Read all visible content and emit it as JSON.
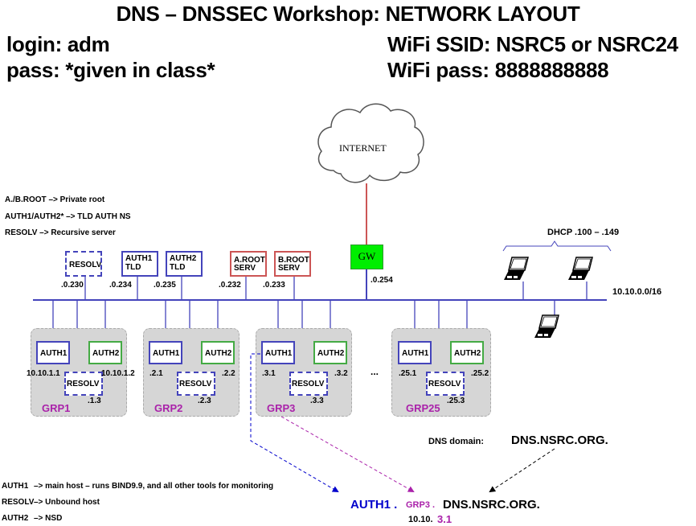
{
  "header": {
    "title": "DNS – DNSSEC Workshop: NETWORK LAYOUT",
    "login": "login: adm",
    "pass": "pass:  *given in class*",
    "wifi_ssid": "WiFi SSID: NSRC5 or NSRC24",
    "wifi_pass": "WiFi pass:  8888888888"
  },
  "top_legend": [
    "A./B.ROOT  –> Private root",
    "AUTH1/AUTH2* –> TLD AUTH  NS",
    "RESOLV –> Recursive server"
  ],
  "internet": {
    "label": "INTERNET"
  },
  "gateway": {
    "label": "GW",
    "ip": ".0.254",
    "color": "#00ee00"
  },
  "infrastructure": [
    {
      "line1": "RESOLV",
      "line2": "",
      "ip": ".0.230",
      "style": "dashed"
    },
    {
      "line1": "AUTH1",
      "line2": "TLD",
      "ip": ".0.234",
      "style": "blue"
    },
    {
      "line1": "AUTH2",
      "line2": "TLD",
      "ip": ".0.235",
      "style": "blue"
    },
    {
      "line1": "A.ROOT",
      "line2": "SERV",
      "ip": ".0.232",
      "style": "red"
    },
    {
      "line1": "B.ROOT",
      "line2": "SERV",
      "ip": ".0.233",
      "style": "red"
    }
  ],
  "network": {
    "subnet": "10.10.0.0/16",
    "dhcp": "DHCP .100 – .149",
    "laptops": 3
  },
  "groups": [
    {
      "name": "GRP1",
      "auth1": "AUTH1",
      "auth2": "AUTH2",
      "resolv": "RESOLV",
      "auth1_ip": "10.10.1.1",
      "auth2_ip": "10.10.1.2",
      "resolv_ip": ".1.3"
    },
    {
      "name": "GRP2",
      "auth1": "AUTH1",
      "auth2": "AUTH2",
      "resolv": "RESOLV",
      "auth1_ip": ".2.1",
      "auth2_ip": ".2.2",
      "resolv_ip": ".2.3"
    },
    {
      "name": "GRP3",
      "auth1": "AUTH1",
      "auth2": "AUTH2",
      "resolv": "RESOLV",
      "auth1_ip": ".3.1",
      "auth2_ip": ".3.2",
      "resolv_ip": ".3.3"
    },
    {
      "name": "GRP25",
      "auth1": "AUTH1",
      "auth2": "AUTH2",
      "resolv": "RESOLV",
      "auth1_ip": ".25.1",
      "auth2_ip": ".25.2",
      "resolv_ip": ".25.3"
    }
  ],
  "ellipsis": "...",
  "dns_domain": {
    "label": "DNS domain:",
    "value": "DNS.NSRC.ORG."
  },
  "fqdn_example": {
    "host": "AUTH1 .",
    "group": "GRP3 .",
    "domain": "DNS.NSRC.ORG.",
    "ip_prefix": "10.10.",
    "ip_suffix": "3.1",
    "host_color": "#0000cc",
    "group_color": "#aa22aa"
  },
  "bottom_legend": [
    {
      "name": "AUTH1",
      "desc": "–> main host – runs BIND9.9, and all other tools for monitoring"
    },
    {
      "name": "RESOLV",
      "desc": "–> Unbound host"
    },
    {
      "name": "AUTH2",
      "desc": "–> NSD"
    }
  ]
}
